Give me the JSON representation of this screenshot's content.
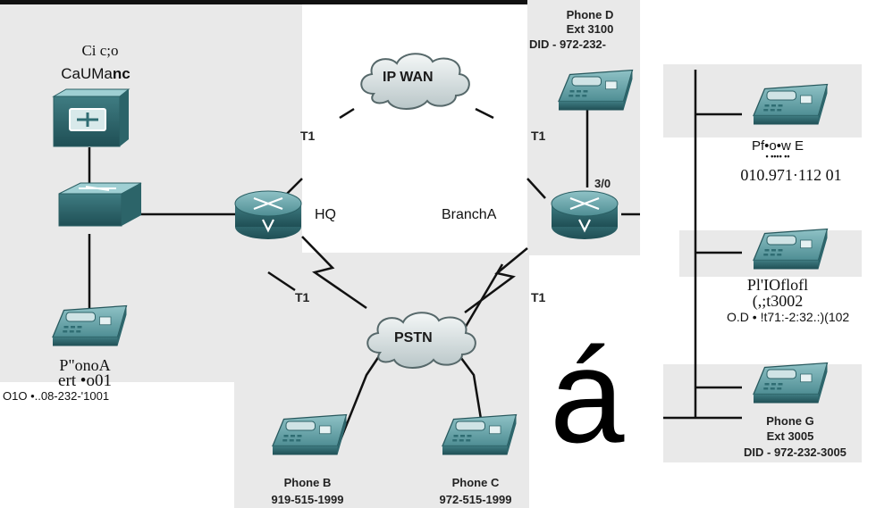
{
  "nodes": {
    "callmanager": {
      "line1": "Ci c;o",
      "line2a": "CaUMa",
      "line2b": "nc"
    },
    "phone_a": {
      "name": "P\"onoA",
      "ext": "ert •o01",
      "did": "O1O •..08-232-'1001"
    },
    "phone_b": {
      "name": "Phone B",
      "number": "919-515-1999"
    },
    "phone_c": {
      "name": "Phone C",
      "number": "972-515-1999"
    },
    "phone_d": {
      "name": "Phone D",
      "ext": "Ext 3100",
      "did": "DID - 972-232-"
    },
    "phone_e": {
      "name": "Pf•o•w E",
      "dots": "• •••• ••",
      "did": "010.971·112 01"
    },
    "phone_f": {
      "name": "Pl'IOflofl",
      "ext": "(,;t3002",
      "did": "O.D • !t71:-2:32.:)(102"
    },
    "phone_g": {
      "name": "Phone G",
      "ext": "Ext 3005",
      "did": "DID - 972-232-3005"
    },
    "hq": {
      "label": "HQ"
    },
    "branch": {
      "label": "BranchA"
    },
    "ip_wan": {
      "label": "IP WAN"
    },
    "pstn": {
      "label": "PSTN"
    }
  },
  "links": {
    "hq_wan": "T1",
    "branch_wan": "T1",
    "hq_pstn": "T1",
    "branch_pstn": "T1",
    "branch_port": "3/0"
  },
  "overlay_glyph": "á"
}
